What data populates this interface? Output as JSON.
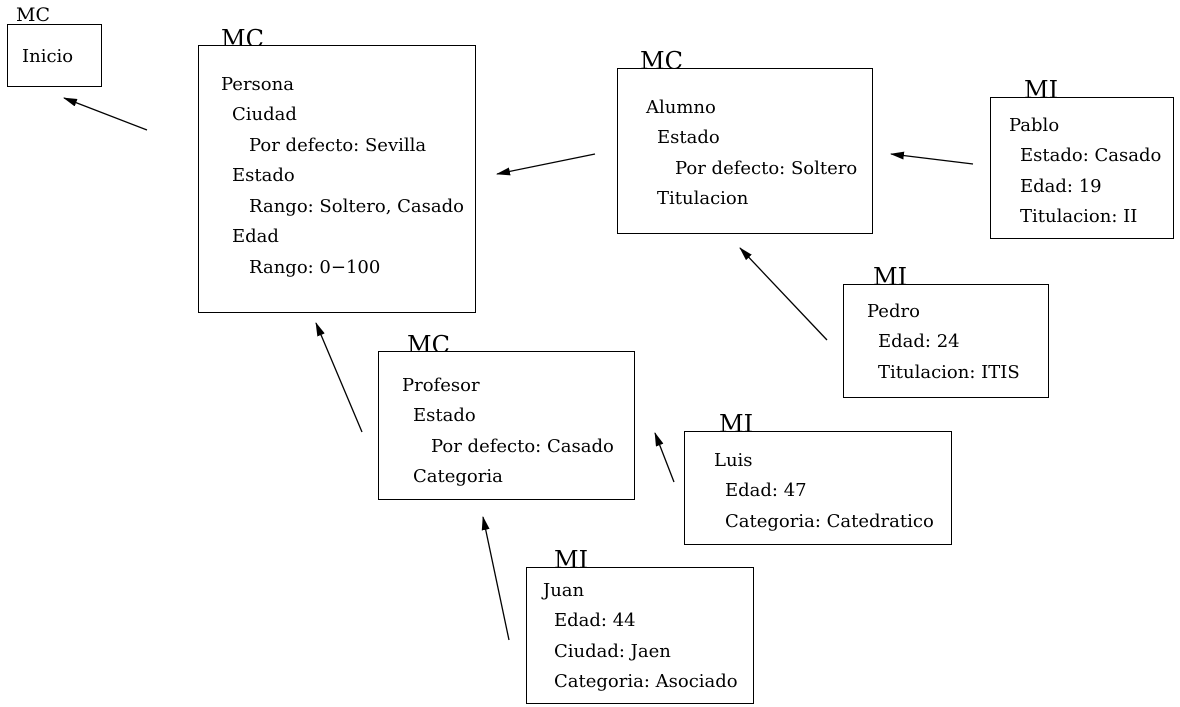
{
  "nodes": {
    "inicio": {
      "tag": "MC",
      "lines": [
        "Inicio"
      ]
    },
    "persona": {
      "tag": "MC",
      "lines": [
        "Persona",
        "Ciudad",
        "Por defecto: Sevilla",
        "Estado",
        "Rango: Soltero, Casado",
        "Edad",
        "Rango: 0−100"
      ]
    },
    "alumno": {
      "tag": "MC",
      "lines": [
        "Alumno",
        "Estado",
        "Por defecto: Soltero",
        "Titulacion"
      ]
    },
    "pablo": {
      "tag": "MI",
      "lines": [
        "Pablo",
        "Estado: Casado",
        "Edad: 19",
        "Titulacion: II"
      ]
    },
    "pedro": {
      "tag": "MI",
      "lines": [
        "Pedro",
        "Edad: 24",
        "Titulacion: ITIS"
      ]
    },
    "profesor": {
      "tag": "MC",
      "lines": [
        "Profesor",
        "Estado",
        "Por defecto: Casado",
        "Categoria"
      ]
    },
    "luis": {
      "tag": "MI",
      "lines": [
        "Luis",
        "Edad: 47",
        "Categoria: Catedratico"
      ]
    },
    "juan": {
      "tag": "MI",
      "lines": [
        "Juan",
        "Edad: 44",
        "Ciudad: Jaen",
        "Categoria: Asociado"
      ]
    }
  },
  "edges": [
    {
      "from": "persona",
      "to": "inicio"
    },
    {
      "from": "alumno",
      "to": "persona"
    },
    {
      "from": "pablo",
      "to": "alumno"
    },
    {
      "from": "pedro",
      "to": "alumno"
    },
    {
      "from": "profesor",
      "to": "persona"
    },
    {
      "from": "luis",
      "to": "profesor"
    },
    {
      "from": "juan",
      "to": "profesor"
    }
  ]
}
